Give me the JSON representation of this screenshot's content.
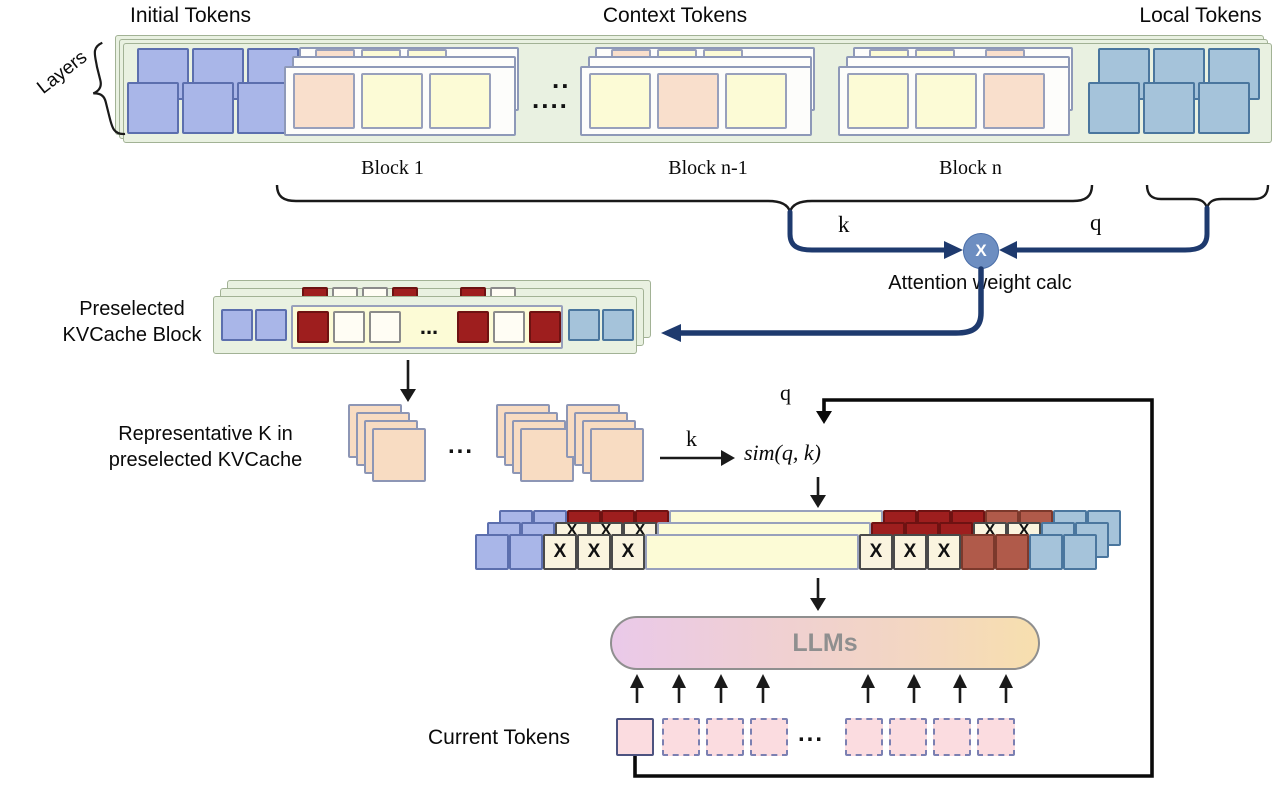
{
  "top": {
    "initial_tokens": "Initial Tokens",
    "context_tokens": "Context Tokens",
    "local_tokens": "Local Tokens",
    "layers_label": "Layers",
    "ellipsis_upper": "..",
    "ellipsis_lower": "...."
  },
  "block_labels": {
    "block_1": "Block 1",
    "block_n_minus_1": "Block n-1",
    "block_n": "Block n"
  },
  "attention": {
    "k_label": "k",
    "q_label": "q",
    "multiply": "X",
    "caption": "Attention weight calc"
  },
  "preselected": {
    "label_line1": "Preselected",
    "label_line2": "KVCache Block",
    "ellipsis": "..."
  },
  "representative": {
    "label_line1": "Representative K in",
    "label_line2": "preselected KVCache",
    "ellipsis": "...",
    "k_label": "k",
    "q_label": "q",
    "sim_formula": "sim(q, k)"
  },
  "selected_bar": {
    "x_mark": "X"
  },
  "llm": {
    "label": "LLMs"
  },
  "current_tokens": {
    "label": "Current Tokens",
    "ellipsis": "..."
  },
  "colors": {
    "band_green": "#e9f1e1",
    "initial_token_blue": "#a9b6e8",
    "local_token_blue": "#a5c3da",
    "context_token_yellow": "#fcfbd6",
    "context_token_peach": "#f9dfcc",
    "evicted_red": "#9e1e1e",
    "kept_white": "#fffdf4",
    "brick_red": "#b05a4a",
    "representative_peach": "#f8dcc2",
    "current_token_pink": "#fbdce0",
    "arrow_navy": "#1e3a6e",
    "x_circle_blue": "#6d8ec1",
    "llm_gradient_left": "#eac9e9",
    "llm_gradient_right": "#f7dfae"
  }
}
